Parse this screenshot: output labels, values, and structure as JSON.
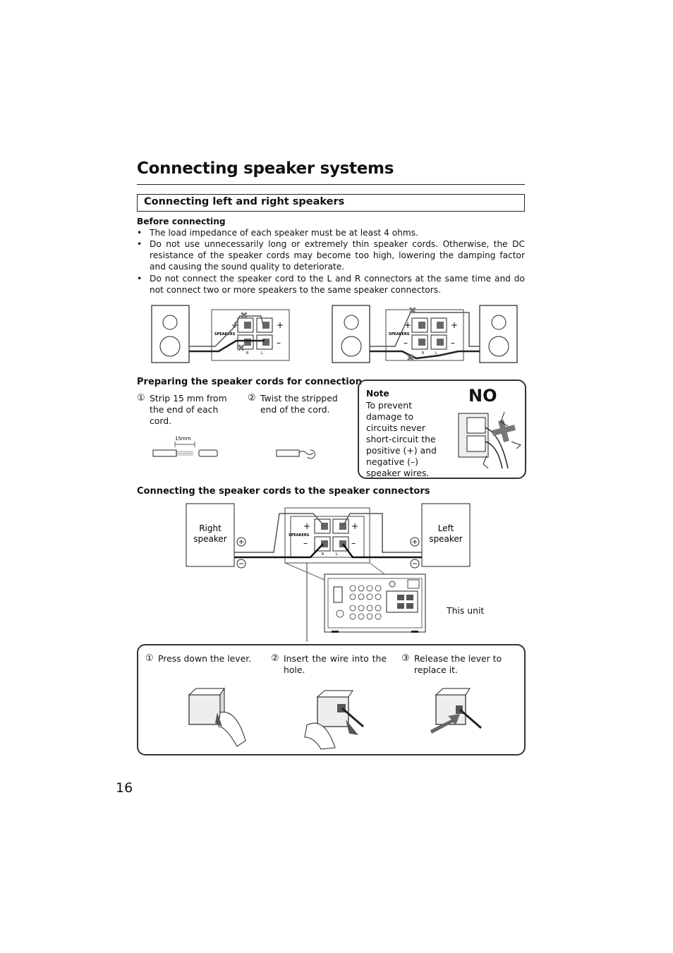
{
  "title": "Connecting speaker systems",
  "section_title": "Connecting left and right speakers",
  "before": {
    "heading": "Before connecting",
    "bullets": [
      "The load impedance of each speaker must be at least 4 ohms.",
      "Do not use unnecessarily long or extremely thin speaker cords. Otherwise, the DC resistance of the speaker cords may become too high, lowering the damping factor and causing the sound quality to deteriorate.",
      "Do not connect the speaker cord to the L and R connectors at the same time and do not connect two or more speakers to the same speaker connectors."
    ]
  },
  "terminal": {
    "label": "SPEAKERS",
    "plus": "+",
    "minus": "–",
    "r": "R",
    "l": "L"
  },
  "preparing": {
    "heading": "Preparing the speaker cords for connection",
    "step1_num": "①",
    "step1": "Strip 15 mm from the end of each cord.",
    "step2_num": "②",
    "step2": "Twist the stripped end of the cord.",
    "dim": "15mm"
  },
  "note": {
    "heading": "Note",
    "text": "To prevent damage to circuits never short-circuit the positive (+) and negative (–) speaker wires.",
    "no": "NO"
  },
  "connecting": {
    "heading": "Connecting the speaker cords to the speaker connectors",
    "right_speaker": "Right speaker",
    "left_speaker": "Left speaker",
    "this_unit": "This unit"
  },
  "steps": [
    {
      "num": "①",
      "text": "Press down the lever."
    },
    {
      "num": "②",
      "text": "Insert the wire into the hole."
    },
    {
      "num": "③",
      "text": "Release the lever to replace it."
    }
  ],
  "page_number": "16"
}
